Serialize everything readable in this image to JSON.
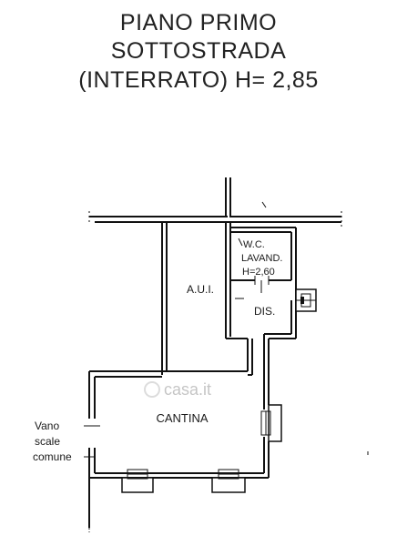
{
  "title": {
    "line1": "PIANO PRIMO",
    "line2": "SOTTOSTRADA",
    "line3": "(INTERRATO) H= 2,85"
  },
  "rooms": {
    "aui": "A.U.I.",
    "wc": "W.C.",
    "lavand": "LAVAND.",
    "wc_height": "H=2,60",
    "dis": "DIS.",
    "cantina": "CANTINA"
  },
  "stairs": {
    "line1": "Vano",
    "line2": "scale",
    "line3": "comune"
  },
  "watermark": "casa.it"
}
